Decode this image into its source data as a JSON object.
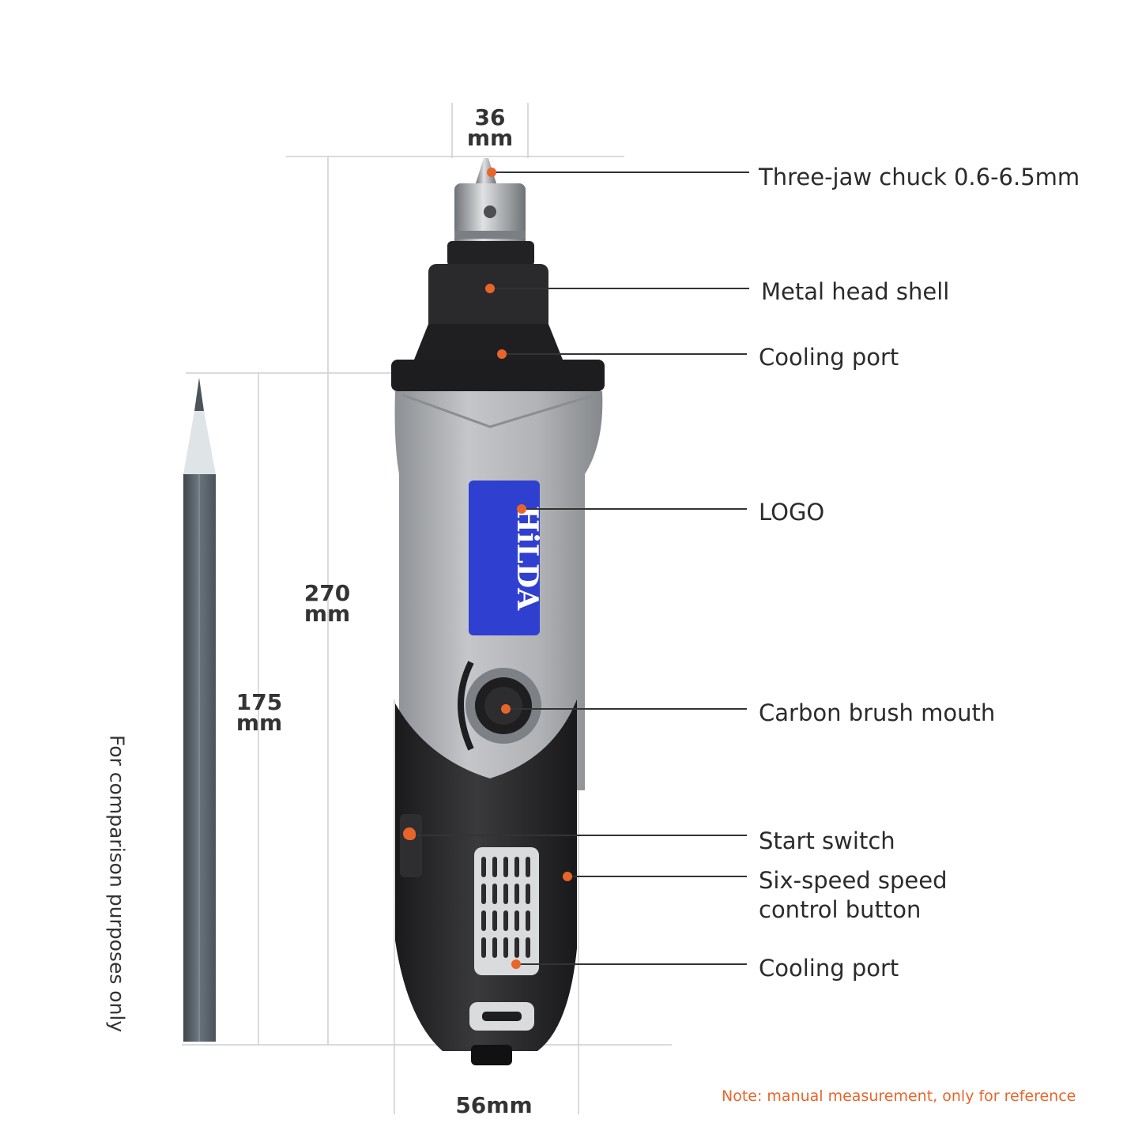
{
  "dimensions": {
    "chuck_width": {
      "value": "36",
      "unit": "mm"
    },
    "total_length": {
      "value": "270",
      "unit": "mm"
    },
    "pencil_length": {
      "value": "175",
      "unit": "mm"
    },
    "body_width": "56mm"
  },
  "callouts": [
    "Three-jaw chuck 0.6-6.5mm",
    "Metal head shell",
    "Cooling port",
    "LOGO",
    "Carbon brush mouth",
    "Start switch",
    "Six-speed speed",
    "control button",
    "Cooling port"
  ],
  "brand": "HiLDA",
  "side_note": "For comparison purposes only",
  "note": "Note: manual measurement, only for reference",
  "colors": {
    "marker": "#e8652a",
    "note": "#e8652a",
    "body_grey": "#a9abae",
    "body_dark": "#2b2b2d",
    "logo_blue": "#2f3fd0",
    "pencil": "#5f6a72"
  }
}
